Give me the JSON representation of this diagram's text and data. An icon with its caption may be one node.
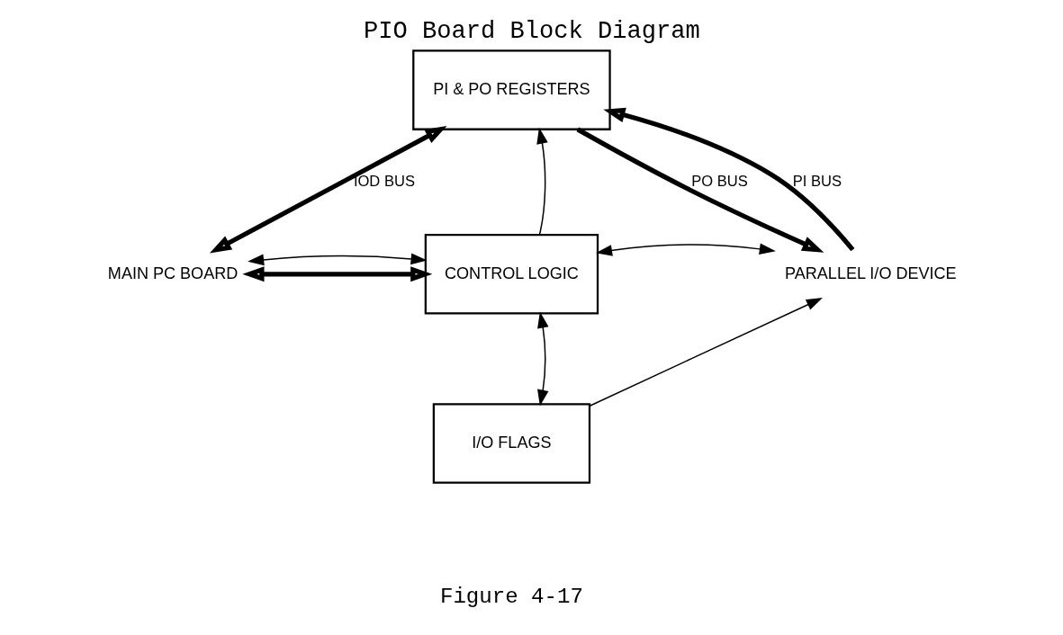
{
  "diagram": {
    "title": "PIO Board Block Diagram",
    "caption": "Figure 4-17",
    "nodes": [
      {
        "text": [
          "MAIN PC BOARD"
        ]
      },
      {
        "text": [
          "PI & PO REGISTERS"
        ]
      },
      {
        "text": [
          "CONTROL LOGIC"
        ]
      },
      {
        "text": [
          "I/O FLAGS"
        ]
      },
      {
        "text": [
          "PARALLEL I/O DEVICE"
        ]
      }
    ],
    "edges": [
      {
        "from": 0,
        "to": 1,
        "arrow": "both",
        "label": "IOD BUS",
        "style": "thick"
      },
      {
        "from": 0,
        "to": 2,
        "arrow": "both",
        "style": "thick"
      },
      {
        "from": 4,
        "to": 1,
        "arrow": "to",
        "label": "PI BUS",
        "style": "thick"
      },
      {
        "from": 1,
        "to": 4,
        "arrow": "to",
        "label": "PO BUS",
        "style": "thick"
      },
      {
        "from": 2,
        "to": 1,
        "arrow": "to"
      },
      {
        "from": 0,
        "to": 2,
        "arrow": "both"
      },
      {
        "from": 2,
        "to": 4,
        "arrow": "both"
      },
      {
        "from": 2,
        "to": 3,
        "arrow": "both"
      },
      {
        "from": 3,
        "to": 4,
        "arrow": "to"
      }
    ]
  }
}
